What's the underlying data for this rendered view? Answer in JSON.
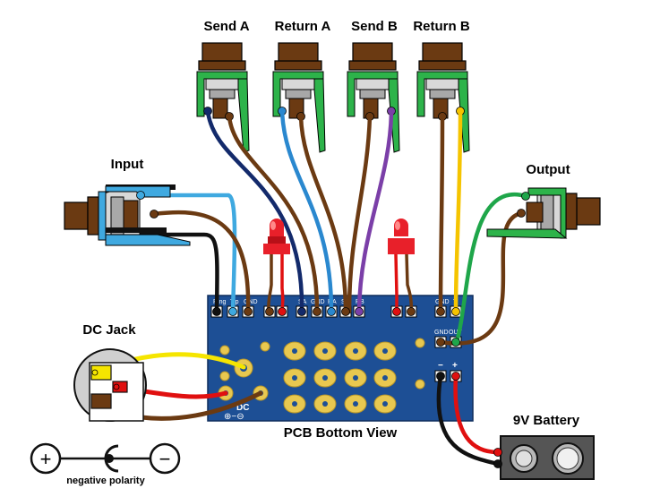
{
  "labels": {
    "send_a": "Send A",
    "return_a": "Return A",
    "send_b": "Send B",
    "return_b": "Return B",
    "input": "Input",
    "output": "Output",
    "dc_jack": "DC Jack",
    "battery": "9V Battery",
    "pcb_view": "PCB Bottom View",
    "negative_polarity": "negative polarity",
    "plus_sign": "+",
    "minus_sign": "−"
  },
  "pcb_text": {
    "ring": "Ring",
    "tip": "Tip",
    "gnd_in": "GND",
    "sa": "SA",
    "gnd_mid": "GND",
    "ra": "RA",
    "sb": "SB",
    "rb": "RB",
    "gnd_out": "GND",
    "out_tip": "T",
    "gnd2": "GND",
    "out": "OUT",
    "minus": "−",
    "plus": "+",
    "dc": "DC",
    "dc_polarity": "⊕−⊖"
  },
  "colors": {
    "pcb": "#1d4f95",
    "pad": "#e8c850",
    "jack_green": "#2db34a",
    "jack_blue": "#3fa9e0",
    "body_brown": "#6b3a12",
    "wire_navy": "#132a6b",
    "wire_brown": "#6b3a12",
    "wire_blue": "#2a88cf",
    "wire_purple": "#7b3fa8",
    "wire_yellow": "#f5c400",
    "wire_green": "#1fa64a",
    "wire_black": "#111111",
    "wire_red": "#e01010",
    "led_red": "#e8202a"
  }
}
